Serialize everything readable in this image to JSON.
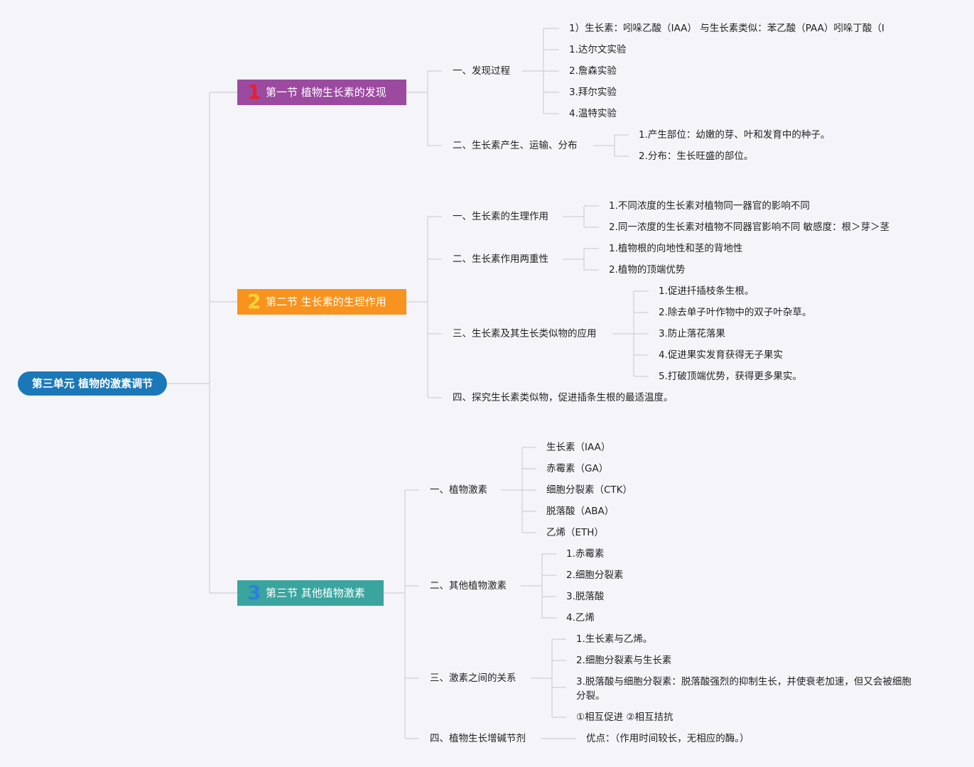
{
  "root": "第三单元 植物的激素调节",
  "sections": [
    {
      "num": "1",
      "label": "第一节 植物生长素的发现",
      "topics": [
        {
          "label": "一、发现过程",
          "items": [
            "1）生长素：吲哚乙酸（IAA） 与生长素类似：苯乙酸（PAA）吲哚丁酸（I",
            "1.达尔文实验",
            "2.詹森实验",
            "3.拜尔实验",
            "4.温特实验"
          ]
        },
        {
          "label": "二、生长素产生、运输、分布",
          "items": [
            "1.产生部位：幼嫩的芽、叶和发育中的种子。",
            "2.分布：生长旺盛的部位。"
          ]
        }
      ]
    },
    {
      "num": "2",
      "label": "第二节 生长素的生理作用",
      "topics": [
        {
          "label": "一、生长素的生理作用",
          "items": [
            "1.不同浓度的生长素对植物同一器官的影响不同",
            "2.同一浓度的生长素对植物不同器官影响不同 敏感度：根＞芽＞茎"
          ]
        },
        {
          "label": "二、生长素作用两重性",
          "items": [
            "1.植物根的向地性和茎的背地性",
            "2.植物的顶端优势"
          ]
        },
        {
          "label": "三、生长素及其生长类似物的应用",
          "items": [
            "1.促进扦插枝条生根。",
            "2.除去单子叶作物中的双子叶杂草。",
            "3.防止落花落果",
            "4.促进果实发育获得无子果实",
            "5.打破顶端优势，获得更多果实。"
          ]
        },
        {
          "label": "四、探究生长素类似物，促进插条生根的最适温度。",
          "items": []
        }
      ]
    },
    {
      "num": "3",
      "label": "第三节 其他植物激素",
      "topics": [
        {
          "label": "一、植物激素",
          "items": [
            "生长素（IAA）",
            "赤霉素（GA）",
            "细胞分裂素（CTK）",
            "脱落酸（ABA）",
            "乙烯（ETH）"
          ]
        },
        {
          "label": "二、其他植物激素",
          "items": [
            "1.赤霉素",
            "2.细胞分裂素",
            "3.脱落酸",
            "4.乙烯"
          ]
        },
        {
          "label": "三、激素之间的关系",
          "items": [
            "1.生长素与乙烯。",
            "2.细胞分裂素与生长素",
            "3.脱落酸与细胞分裂素：脱落酸强烈的抑制生长，并使衰老加速，但又会被细胞",
            "分裂。",
            "①相互促进 ②相互拮抗"
          ]
        },
        {
          "label": "四、植物生长增碱节剂",
          "items": [
            "优点：（作用时间较长，无相应的酶。）"
          ]
        }
      ]
    }
  ]
}
